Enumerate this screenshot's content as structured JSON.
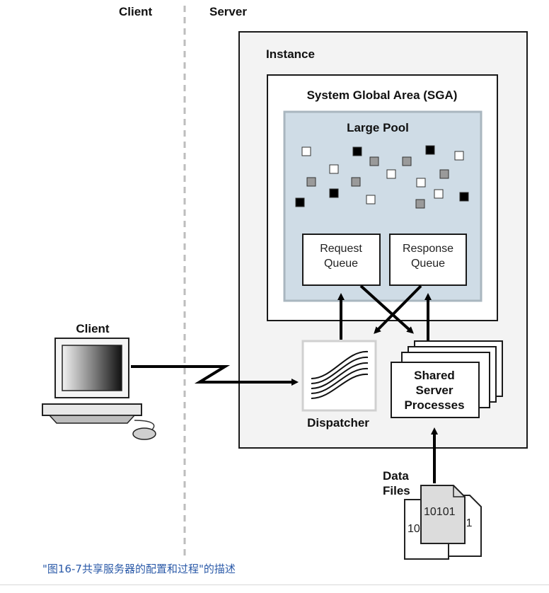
{
  "zones": {
    "client_label": "Client",
    "server_label": "Server"
  },
  "instance": {
    "label": "Instance"
  },
  "sga": {
    "label": "System Global Area (SGA)"
  },
  "large_pool": {
    "label": "Large Pool"
  },
  "request_queue": {
    "line1": "Request",
    "line2": "Queue"
  },
  "response_queue": {
    "line1": "Response",
    "line2": "Queue"
  },
  "client_computer": {
    "label": "Client"
  },
  "dispatcher": {
    "label": "Dispatcher"
  },
  "shared_server": {
    "line1": "Shared",
    "line2": "Server",
    "line3": "Processes"
  },
  "data_files": {
    "line1": "Data",
    "line2": "Files",
    "file_text": "10101"
  },
  "caption": "\"图16-7共享服务器的配置和过程\"的描述",
  "colors": {
    "pool_fill": "#cfdce6",
    "box_stroke": "#1a1a1a",
    "separator": "#bdbdbd",
    "caption": "#2b5aa8"
  }
}
